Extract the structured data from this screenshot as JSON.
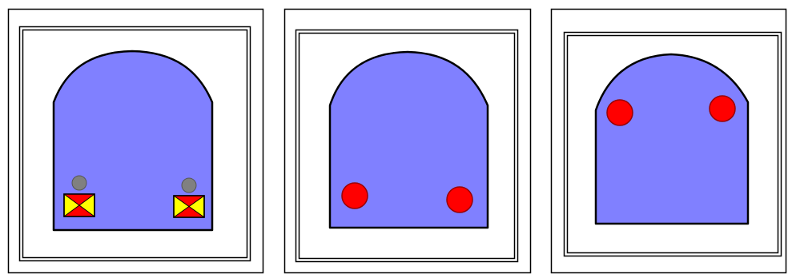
{
  "colors": {
    "background": "#ffffff",
    "frame": "#000000",
    "signal_body": "#8080ff",
    "signal_outline": "#000000",
    "red_lamp": "#ff0000",
    "grey_lamp": "#808080",
    "cross_box_fill": "#ffff00",
    "cross_box_cross": "#ff0000"
  },
  "panels": [
    {
      "id": "panel-1",
      "aspect": "lamps-off",
      "lamp_icon": "grey-circle-icon",
      "indicator_icon": "yellow-red-crossed-box-icon",
      "lamp_count": 2
    },
    {
      "id": "panel-2",
      "aspect": "red-lamps-low",
      "lamp_icon": "red-circle-icon",
      "lamp_count": 2
    },
    {
      "id": "panel-3",
      "aspect": "red-lamps-high",
      "lamp_icon": "red-circle-icon",
      "lamp_count": 2
    }
  ]
}
